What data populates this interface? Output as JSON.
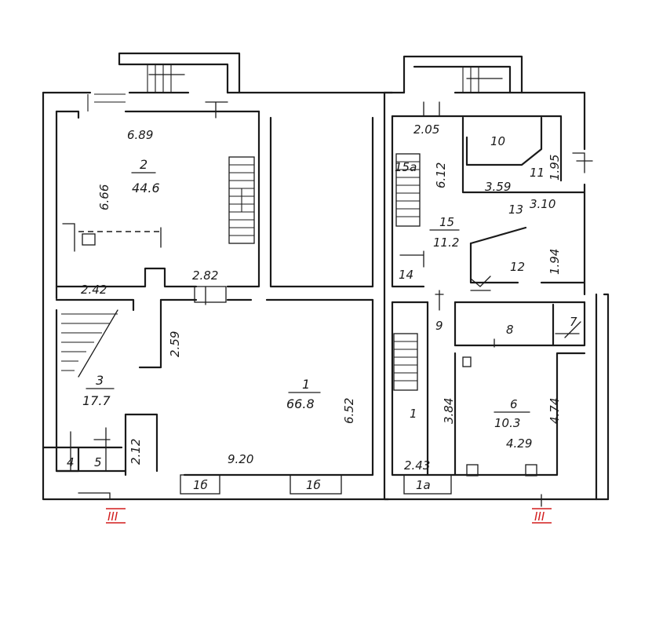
{
  "rooms": [
    {
      "id": "r2",
      "number": "2",
      "area": "44.6"
    },
    {
      "id": "r1",
      "number": "1",
      "area": "66.8"
    },
    {
      "id": "r3",
      "number": "3",
      "area": "17.7"
    },
    {
      "id": "r4",
      "number": "4"
    },
    {
      "id": "r5",
      "number": "5"
    },
    {
      "id": "r15",
      "number": "15",
      "area": "11.2"
    },
    {
      "id": "r15a",
      "number": "15a"
    },
    {
      "id": "r10",
      "number": "10"
    },
    {
      "id": "r11",
      "number": "11"
    },
    {
      "id": "r13",
      "number": "13"
    },
    {
      "id": "r12",
      "number": "12"
    },
    {
      "id": "r14",
      "number": "14"
    },
    {
      "id": "r9",
      "number": "9"
    },
    {
      "id": "r8",
      "number": "8"
    },
    {
      "id": "r7",
      "number": "7"
    },
    {
      "id": "r6",
      "number": "6",
      "area": "10.3"
    },
    {
      "id": "r1b",
      "number": "1"
    }
  ],
  "dimensions": [
    "6.89",
    "6.66",
    "2.42",
    "2.82",
    "2.59",
    "6.52",
    "9.20",
    "2.12",
    "2.05",
    "6.12",
    "3.59",
    "1.95",
    "3.10",
    "1.94",
    "3.84",
    "2.43",
    "4.74",
    "4.29"
  ],
  "window_marks": [
    "1б",
    "1б",
    "1а"
  ],
  "section_marks": [
    "III",
    "III"
  ]
}
